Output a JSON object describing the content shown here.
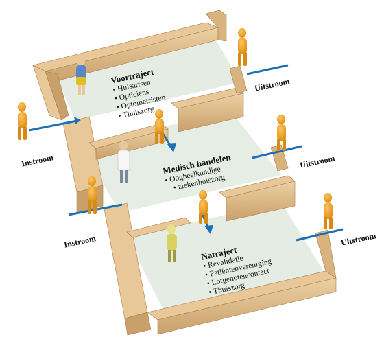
{
  "flows": {
    "instroom_1": "Instroom",
    "instroom_2": "Instroom",
    "uitstroom_1": "Uitstroom",
    "uitstroom_2": "Uitstroom",
    "uitstroom_3": "Uitstroom"
  },
  "sections": {
    "voortraject": {
      "title": "Voortraject",
      "items": [
        "Huisartsen",
        "Opticiëns",
        "Optometristen",
        "Thuiszorg"
      ]
    },
    "medisch": {
      "title": "Medisch handelen",
      "items": [
        "Oogheelkundige",
        "ziekenhuiszorg"
      ]
    },
    "natraject": {
      "title": "Natraject",
      "items": [
        "Revalidatie",
        "Patiëntenvereniging",
        "Lotgenotencontact",
        "Thuiszorg"
      ]
    }
  },
  "colors": {
    "wall": "#d9b37e",
    "wall_top": "#e8c898",
    "wall_dark": "#b98f5a",
    "floor": "#e4ece3",
    "arrow": "#1f6fb5",
    "figure": "#f0a21e",
    "figure_shade": "#c97d10"
  }
}
